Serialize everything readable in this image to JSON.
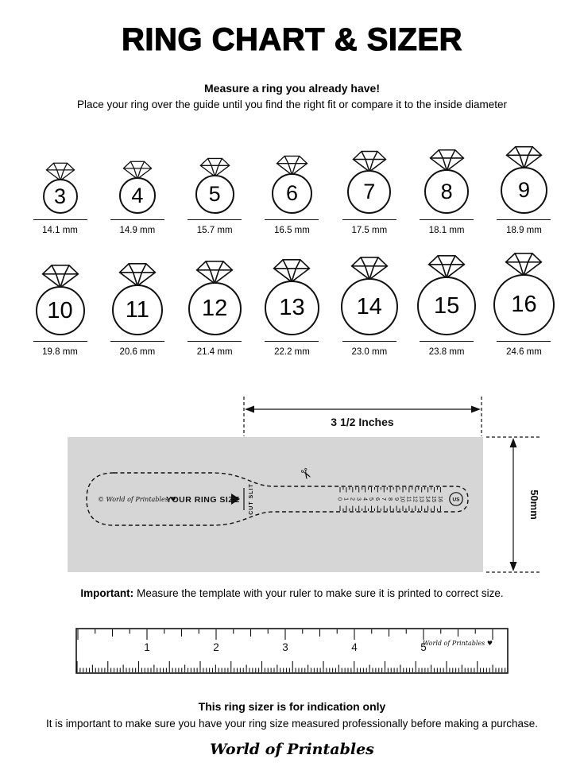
{
  "header": {
    "title": "RING CHART & SIZER",
    "intro_bold": "Measure a ring you already have!",
    "intro_text": "Place your ring over the guide until you find the right fit or compare it to the inside diameter"
  },
  "ring_chart": {
    "rows": [
      {
        "rings": [
          {
            "size": "3",
            "diameter": "14.1 mm"
          },
          {
            "size": "4",
            "diameter": "14.9 mm"
          },
          {
            "size": "5",
            "diameter": "15.7 mm"
          },
          {
            "size": "6",
            "diameter": "16.5 mm"
          },
          {
            "size": "7",
            "diameter": "17.5 mm"
          },
          {
            "size": "8",
            "diameter": "18.1 mm"
          },
          {
            "size": "9",
            "diameter": "18.9 mm"
          }
        ]
      },
      {
        "rings": [
          {
            "size": "10",
            "diameter": "19.8 mm"
          },
          {
            "size": "11",
            "diameter": "20.6 mm"
          },
          {
            "size": "12",
            "diameter": "21.4 mm"
          },
          {
            "size": "13",
            "diameter": "22.2 mm"
          },
          {
            "size": "14",
            "diameter": "23.0 mm"
          },
          {
            "size": "15",
            "diameter": "23.8 mm"
          },
          {
            "size": "16",
            "diameter": "24.6 mm"
          }
        ]
      }
    ]
  },
  "sizer": {
    "width_label": "3 1/2 Inches",
    "height_label": "50mm",
    "brand": "© World of Printables ♥",
    "your_ring_size": "YOUR RING SIZE",
    "cut_slit": "CUT SLIT",
    "scissors_icon": "✂",
    "scale_numbers": [
      "0",
      "1",
      "2",
      "3",
      "4",
      "5",
      "6",
      "7",
      "8",
      "9",
      "10",
      "11",
      "12",
      "13",
      "14",
      "15",
      "16"
    ],
    "us_label": "US"
  },
  "important": {
    "label": "Important:",
    "text": "Measure the template with your ruler to make sure it is printed to correct size."
  },
  "ruler": {
    "numbers": [
      "1",
      "2",
      "3",
      "4",
      "5"
    ],
    "brand": "World of Printables ♥"
  },
  "footer": {
    "bold": "This ring sizer is for indication only",
    "text": "It is important to make sure you have your ring size measured professionally before making a purchase.",
    "logo": "World of Printables"
  },
  "colors": {
    "ink": "#111111",
    "panel_gray": "#d6d6d6"
  }
}
